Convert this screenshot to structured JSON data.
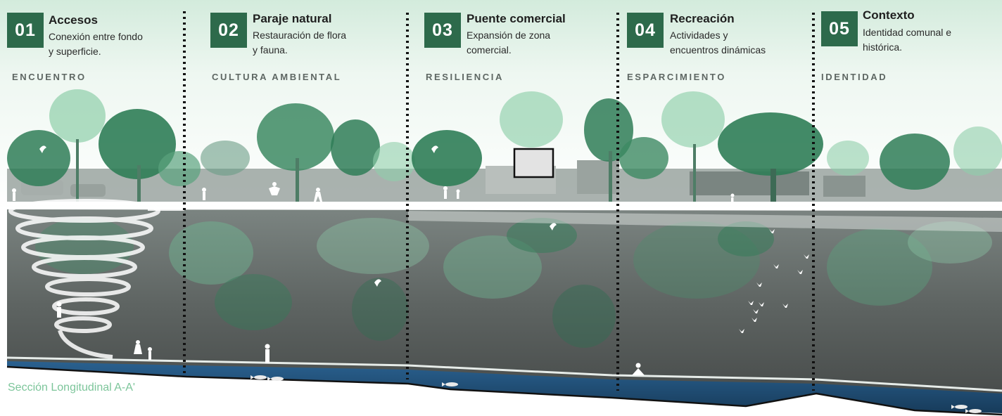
{
  "zones": [
    {
      "number": "01",
      "title": "Accesos",
      "description": [
        "Conexión entre fondo",
        "y superficie."
      ],
      "category": "ENCUENTRO"
    },
    {
      "number": "02",
      "title": "Paraje natural",
      "description": [
        "Restauración de flora",
        "y fauna."
      ],
      "category": "CULTURA AMBIENTAL"
    },
    {
      "number": "03",
      "title": "Puente comercial",
      "description": [
        "Expansión de zona",
        "comercial."
      ],
      "category": "RESILIENCIA"
    },
    {
      "number": "04",
      "title": "Recreación",
      "description": [
        "Actividades y",
        "encuentros dinámicas"
      ],
      "category": "ESPARCIMIENTO"
    },
    {
      "number": "05",
      "title": "Contexto",
      "description": [
        "Identidad comunal e",
        "histórica."
      ],
      "category": "IDENTIDAD"
    }
  ],
  "caption": "Sección Longitudinal A-A'",
  "colors": {
    "badge": "#2d6a4b",
    "caption": "#7cc59a",
    "sky_tint": "#cfe9d9",
    "ground": "#565b59",
    "water": "#1f4d73",
    "tree_green": "#2f7d57",
    "tree_light": "#8fcfaa"
  },
  "icons": [
    "spiral-ramp-icon",
    "bird-icon",
    "butterfly-icon",
    "fish-icon",
    "person-icon",
    "billboard-icon"
  ]
}
